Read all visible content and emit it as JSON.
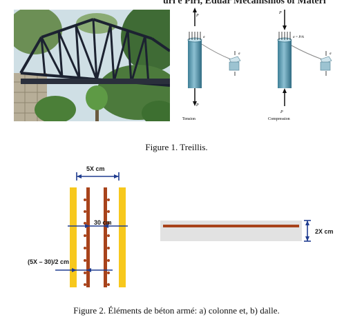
{
  "header": {
    "text": "uri e Piri, Eduar Mecanismos of Materi"
  },
  "figure1": {
    "caption": "Figure 1. Treillis.",
    "tension_label": "Tension",
    "compression_label": "Compression",
    "force_label": "P",
    "stress_symbol": "σ",
    "stress_formula": "σ = P/A"
  },
  "figure2": {
    "caption": "Figure 2. Éléments de béton armé: a) colonne et, b) dalle.",
    "width_label": "5X cm",
    "inner_label": "30 cm",
    "side_label": "(5X – 30)/2 cm",
    "slab_label": "2X cm"
  },
  "colors": {
    "sky": "#d8e6ec",
    "steel": "#1e2433",
    "foliage": "#4a7a3a",
    "stone": "#b9b39f",
    "column": "#5f93a8",
    "concrete_yellow": "#f7c81d",
    "rebar": "#a8431b",
    "dimension_blue": "#1f3c8f",
    "slab_gray": "#e2e2e2"
  }
}
